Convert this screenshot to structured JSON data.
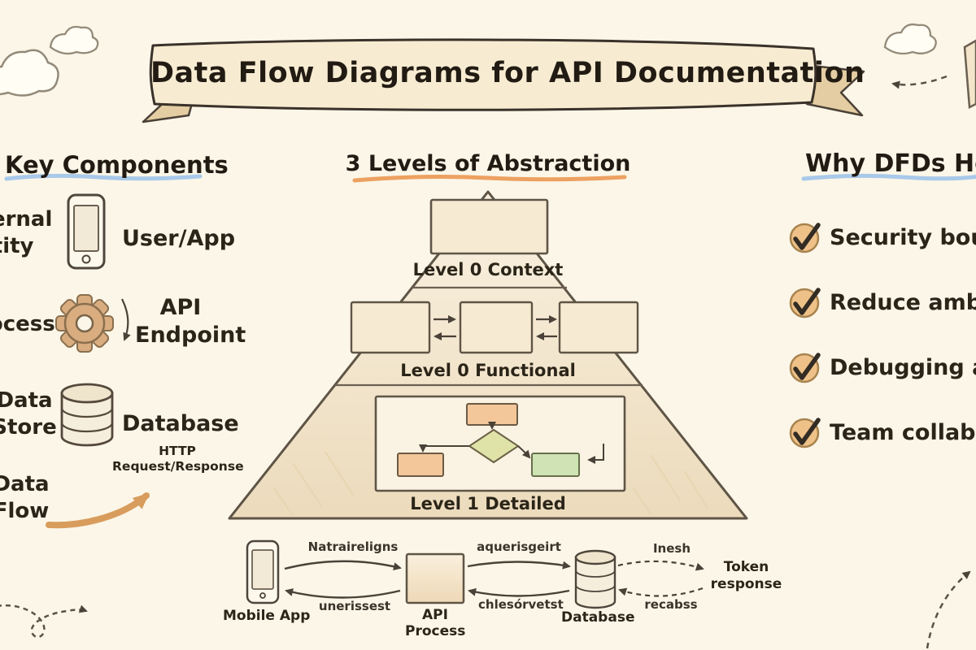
{
  "palette": {
    "background": "#fbf6e8",
    "banner_fill": "#f7ecd2",
    "ink": "#2b2519",
    "underline_blue": "#a9c9ea",
    "underline_orange": "#eda161",
    "arrow_tan": "#d89c5c",
    "box_cream": "#f6ead2",
    "box_orange": "#f3c79a",
    "box_green": "#cfe3b4",
    "diamond_green": "#dfe3a8",
    "check_fill": "#eec188"
  },
  "banner": {
    "title": "Data Flow Diagrams for API Documentation"
  },
  "left": {
    "heading": "Key Components",
    "rows": [
      {
        "term_line1": "External",
        "term_line2": "Entity",
        "icon": "smartphone-icon",
        "label": "User/App"
      },
      {
        "term_line1": "Process",
        "icon": "gear-icon",
        "label_line1": "API",
        "label_line2": "Endpoint"
      },
      {
        "term_line1": "Data",
        "term_line2": "Store",
        "icon": "database-icon",
        "label": "Database"
      },
      {
        "term_line1": "Data",
        "term_line2": "Flow",
        "icon": "curved-arrow-icon",
        "label_line1": "HTTP",
        "label_line2": "Request/Response"
      }
    ]
  },
  "middle": {
    "heading": "3 Levels of Abstraction",
    "pyramid_levels": [
      {
        "label": "Level 0 Context"
      },
      {
        "label": "Level 0 Functional"
      },
      {
        "label": "Level 1 Detailed"
      }
    ],
    "example_flow": {
      "mobile_app": "Mobile App",
      "api_line1": "API",
      "api_line2": "Process",
      "database": "Database",
      "token_line1": "Token",
      "token_line2": "response",
      "arrow1_top": "Natraireligns",
      "arrow1_bottom": "unerissest",
      "arrow2_top": "aquerisgeirt",
      "arrow2_bottom": "chlesórvetst",
      "arrow3_top": "Inesh",
      "arrow3_bottom": "recabss"
    }
  },
  "right": {
    "heading": "Why DFDs Help",
    "items": [
      "Security boundaries",
      "Reduce ambiguity",
      "Debugging aid",
      "Team collaboration"
    ]
  }
}
